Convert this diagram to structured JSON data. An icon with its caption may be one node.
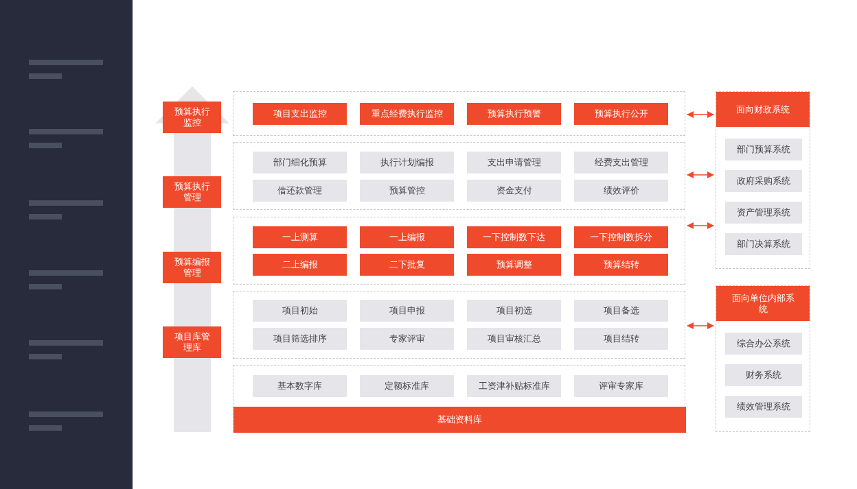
{
  "diagram": {
    "nodes": [
      {
        "text": [
          "预算执行监控"
        ]
      },
      {
        "text": [
          "预算执行管理"
        ]
      },
      {
        "text": [
          "预算编报管理"
        ]
      },
      {
        "text": [
          "项目库管理库"
        ]
      },
      {
        "text": [],
        "shape": "box"
      },
      {
        "text": [
          "项目支出监控"
        ],
        "in": 4
      },
      {
        "text": [
          "重点经费执行监控"
        ],
        "in": 4
      },
      {
        "text": [
          "预算执行预警"
        ],
        "in": 4
      },
      {
        "text": [
          "预算执行公开"
        ],
        "in": 4
      },
      {
        "text": [],
        "shape": "box"
      },
      {
        "text": [
          "部门细化预算"
        ],
        "in": 9
      },
      {
        "text": [
          "执行计划编报"
        ],
        "in": 9
      },
      {
        "text": [
          "支出申请管理"
        ],
        "in": 9
      },
      {
        "text": [
          "经费支出管理"
        ],
        "in": 9
      },
      {
        "text": [
          "借还款管理"
        ],
        "in": 9
      },
      {
        "text": [
          "预算管控"
        ],
        "in": 9
      },
      {
        "text": [
          "资金支付"
        ],
        "in": 9
      },
      {
        "text": [
          "绩效评价"
        ],
        "in": 9
      },
      {
        "text": [],
        "shape": "box"
      },
      {
        "text": [
          "一上测算"
        ],
        "in": 18
      },
      {
        "text": [
          "一上编报"
        ],
        "in": 18
      },
      {
        "text": [
          "一下控制数下达"
        ],
        "in": 18
      },
      {
        "text": [
          "一下控制数拆分"
        ],
        "in": 18
      },
      {
        "text": [
          "二上编报"
        ],
        "in": 18
      },
      {
        "text": [
          "二下批复"
        ],
        "in": 18
      },
      {
        "text": [
          "预算调整"
        ],
        "in": 18
      },
      {
        "text": [
          "预算结转"
        ],
        "in": 18
      },
      {
        "text": [],
        "shape": "box"
      },
      {
        "text": [
          "项目初始"
        ],
        "in": 27
      },
      {
        "text": [
          "项目申报"
        ],
        "in": 27
      },
      {
        "text": [
          "项目初选"
        ],
        "in": 27
      },
      {
        "text": [
          "项目备选"
        ],
        "in": 27
      },
      {
        "text": [
          "项目筛选排序"
        ],
        "in": 27
      },
      {
        "text": [
          "专家评审"
        ],
        "in": 27
      },
      {
        "text": [
          "项目审核汇总"
        ],
        "in": 27
      },
      {
        "text": [
          "项目结转"
        ],
        "in": 27
      },
      {
        "text": [],
        "shape": "box"
      },
      {
        "text": [
          "基本数字库"
        ],
        "in": 36
      },
      {
        "text": [
          "定额标准库"
        ],
        "in": 36
      },
      {
        "text": [
          "工资津补贴标准库"
        ],
        "in": 36
      },
      {
        "text": [
          "评审专家库"
        ],
        "in": 36
      },
      {
        "text": [
          "基础资料库"
        ],
        "in": 36
      },
      {
        "text": [
          "面向财政系统"
        ]
      },
      {
        "text": [
          "部门预算系统"
        ],
        "in": 42
      },
      {
        "text": [
          "政府采购系统"
        ],
        "in": 42
      },
      {
        "text": [
          "资产管理系统"
        ],
        "in": 42
      },
      {
        "text": [
          "部门决算系统"
        ],
        "in": 42
      },
      {
        "text": [
          "面向单位内部系统"
        ]
      },
      {
        "text": [
          "综合办公系统"
        ],
        "in": 47
      },
      {
        "text": [
          "财务系统"
        ],
        "in": 47
      },
      {
        "text": [
          "绩效管理系统"
        ],
        "in": 47
      }
    ],
    "edges": [
      {
        "from": 4,
        "to": 42,
        "arrow": "both"
      },
      {
        "from": 9,
        "to": 42,
        "arrow": "both"
      },
      {
        "from": 18,
        "to": 42,
        "arrow": "both"
      },
      {
        "from": 27,
        "to": 47,
        "arrow": "both"
      }
    ]
  }
}
